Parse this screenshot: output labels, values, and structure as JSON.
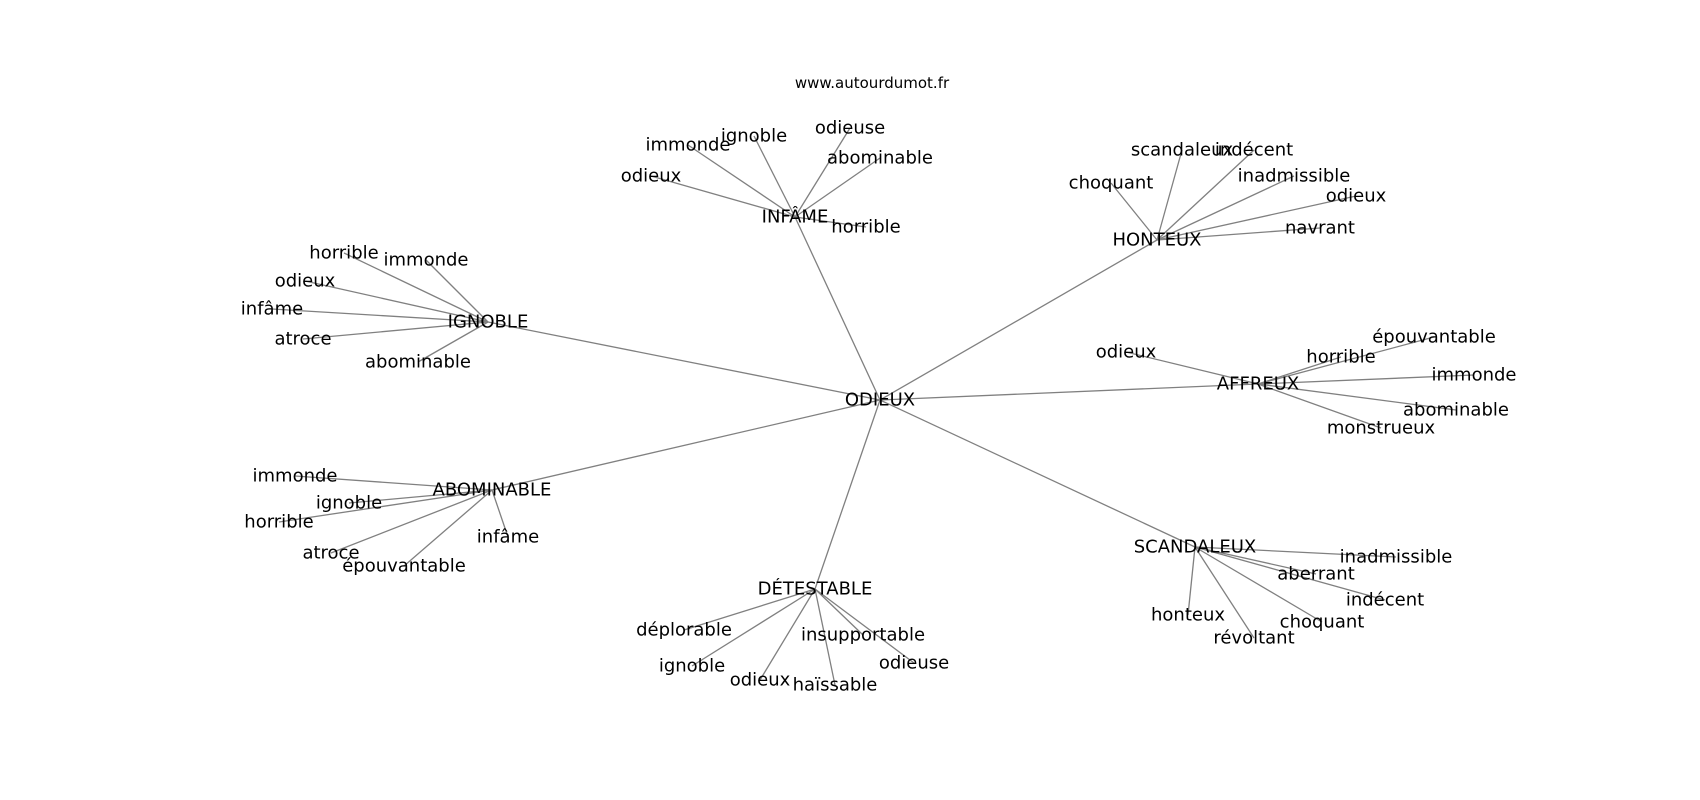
{
  "watermark": "www.autourdumot.fr",
  "colors": {
    "edge": "#808080",
    "text": "#000000",
    "background": "#ffffff"
  },
  "graph": {
    "center": "ODIEUX",
    "clusters": [
      {
        "hub": "INFÂME",
        "leaves": [
          "immonde",
          "ignoble",
          "odieuse",
          "abominable",
          "odieux",
          "horrible"
        ]
      },
      {
        "hub": "HONTEUX",
        "leaves": [
          "scandaleux",
          "indécent",
          "choquant",
          "inadmissible",
          "odieux",
          "navrant"
        ]
      },
      {
        "hub": "IGNOBLE",
        "leaves": [
          "horrible",
          "immonde",
          "odieux",
          "infâme",
          "atroce",
          "abominable"
        ]
      },
      {
        "hub": "AFFREUX",
        "leaves": [
          "épouvantable",
          "odieux",
          "horrible",
          "immonde",
          "abominable",
          "monstrueux"
        ]
      },
      {
        "hub": "ABOMINABLE",
        "leaves": [
          "immonde",
          "ignoble",
          "horrible",
          "atroce",
          "épouvantable",
          "infâme"
        ]
      },
      {
        "hub": "SCANDALEUX",
        "leaves": [
          "inadmissible",
          "aberrant",
          "indécent",
          "choquant",
          "honteux",
          "révoltant"
        ]
      },
      {
        "hub": "DÉTESTABLE",
        "leaves": [
          "déplorable",
          "insupportable",
          "odieuse",
          "ignoble",
          "odieux",
          "haïssable"
        ]
      }
    ]
  }
}
